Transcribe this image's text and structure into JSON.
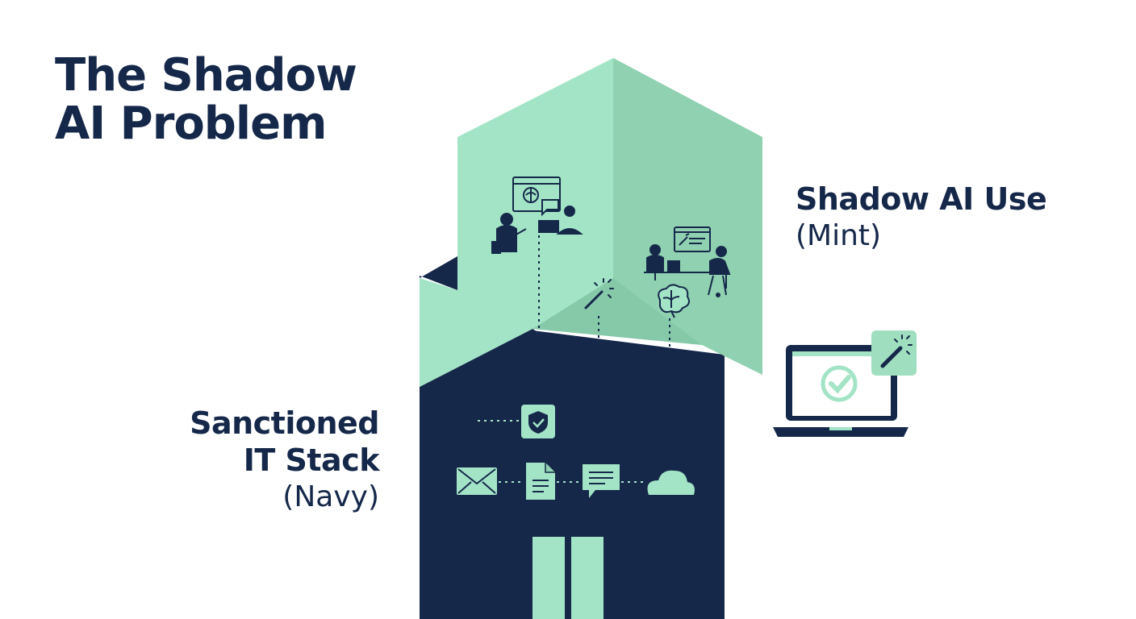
{
  "title": {
    "line1": "The Shadow",
    "line2": "AI Problem"
  },
  "labels": {
    "shadow_ai": {
      "line1": "Shadow AI Use",
      "line2": "(Mint)"
    },
    "sanctioned": {
      "line1": "Sanctioned",
      "line2": "IT Stack",
      "line3": "(Navy)"
    }
  },
  "colors": {
    "navy": "#15284a",
    "mint": "#a3e4c6",
    "mint_shaded": "#8fd1b0",
    "mint_tile": "#9fdfbf",
    "background": "#ffffff"
  },
  "icons": {
    "mint_zone": [
      "presentation-scene-icon",
      "coworking-scene-icon",
      "magic-wand-icon",
      "brain-icon"
    ],
    "navy_zone": [
      "shield-check-icon",
      "mail-icon",
      "document-icon",
      "chat-icon",
      "cloud-icon"
    ],
    "external": [
      "laptop-check-icon",
      "magic-wand-badge-icon"
    ]
  }
}
